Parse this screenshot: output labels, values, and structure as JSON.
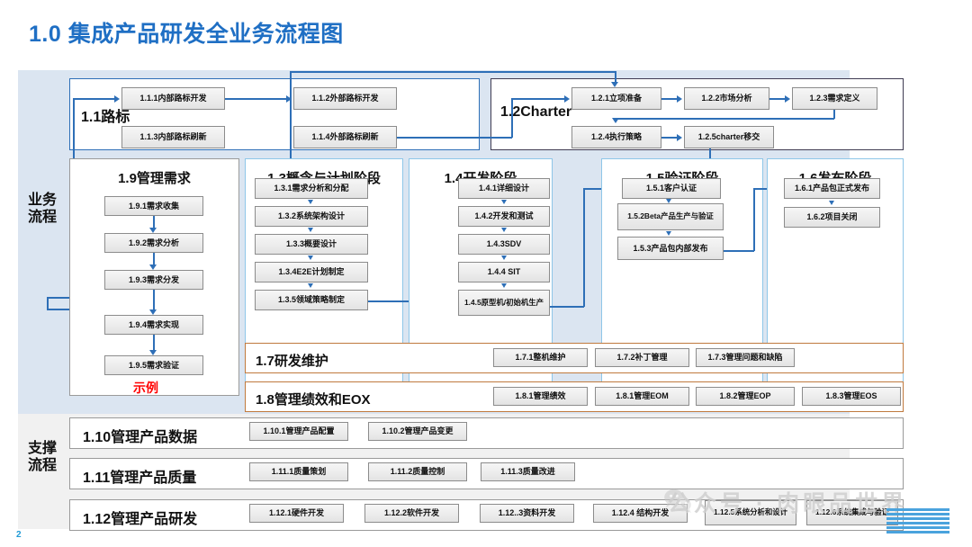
{
  "page": {
    "title": "1.0 集成产品研发全业务流程图",
    "page_number": "2",
    "accent_color": "#1f6fc4",
    "example_note": "示例",
    "watermark": "公众号 · 肉眼品世界",
    "logo": "IBM"
  },
  "swimlanes": {
    "business": "业务流程",
    "support": "支撑流程"
  },
  "top_groups": [
    {
      "id": "roadmap",
      "title": "1.1路标",
      "items": [
        {
          "id": "1.1.1",
          "label": "1.1.1内部路标开发"
        },
        {
          "id": "1.1.2",
          "label": "1.1.2外部路标开发"
        },
        {
          "id": "1.1.3",
          "label": "1.1.3内部路标刷新"
        },
        {
          "id": "1.1.4",
          "label": "1.1.4外部路标刷新"
        }
      ]
    },
    {
      "id": "charter",
      "title": "1.2Charter",
      "items": [
        {
          "id": "1.2.1",
          "label": "1.2.1立项准备"
        },
        {
          "id": "1.2.2",
          "label": "1.2.2市场分析"
        },
        {
          "id": "1.2.3",
          "label": "1.2.3需求定义"
        },
        {
          "id": "1.2.4",
          "label": "1.2.4执行策略"
        },
        {
          "id": "1.2.5",
          "label": "1.2.5charter移交"
        }
      ]
    }
  ],
  "phases": [
    {
      "id": "1.9",
      "title": "1.9管理需求",
      "items": [
        {
          "id": "1.9.1",
          "label": "1.9.1需求收集"
        },
        {
          "id": "1.9.2",
          "label": "1.9.2需求分析"
        },
        {
          "id": "1.9.3",
          "label": "1.9.3需求分发"
        },
        {
          "id": "1.9.4",
          "label": "1.9.4需求实现"
        },
        {
          "id": "1.9.5",
          "label": "1.9.5需求验证"
        }
      ]
    },
    {
      "id": "1.3",
      "title": "1.3概念与计划阶段",
      "items": [
        {
          "id": "1.3.1",
          "label": "1.3.1需求分析和分配"
        },
        {
          "id": "1.3.2",
          "label": "1.3.2系统架构设计"
        },
        {
          "id": "1.3.3",
          "label": "1.3.3概要设计"
        },
        {
          "id": "1.3.4",
          "label": "1.3.4E2E计划制定"
        },
        {
          "id": "1.3.5",
          "label": "1.3.5领域策略制定"
        }
      ]
    },
    {
      "id": "1.4",
      "title": "1.4开发阶段",
      "items": [
        {
          "id": "1.4.1",
          "label": "1.4.1详细设计"
        },
        {
          "id": "1.4.2",
          "label": "1.4.2开发和测试"
        },
        {
          "id": "1.4.3",
          "label": "1.4.3SDV"
        },
        {
          "id": "1.4.4",
          "label": "1.4.4 SIT"
        },
        {
          "id": "1.4.5",
          "label": "1.4.5原型机/初始机生产"
        }
      ]
    },
    {
      "id": "1.5",
      "title": "1.5验证阶段",
      "items": [
        {
          "id": "1.5.1",
          "label": "1.5.1客户认证"
        },
        {
          "id": "1.5.2",
          "label": "1.5.2Beta产品生产与验证"
        },
        {
          "id": "1.5.3",
          "label": "1.5.3产品包内部发布"
        }
      ]
    },
    {
      "id": "1.6",
      "title": "1.6发布阶段",
      "items": [
        {
          "id": "1.6.1",
          "label": "1.6.1产品包正式发布"
        },
        {
          "id": "1.6.2",
          "label": "1.6.2项目关闭"
        }
      ]
    }
  ],
  "bands": [
    {
      "id": "1.7",
      "title": "1.7研发维护",
      "border_color": "#c07a3e",
      "items": [
        {
          "id": "1.7.1",
          "label": "1.7.1整机维护"
        },
        {
          "id": "1.7.2",
          "label": "1.7.2补丁管理"
        },
        {
          "id": "1.7.3",
          "label": "1.7.3管理问题和缺陷"
        }
      ]
    },
    {
      "id": "1.8",
      "title": "1.8管理绩效和EOX",
      "border_color": "#c07a3e",
      "items": [
        {
          "id": "1.8.1a",
          "label": "1.8.1管理绩效"
        },
        {
          "id": "1.8.1b",
          "label": "1.8.1管理EOM"
        },
        {
          "id": "1.8.2",
          "label": "1.8.2管理EOP"
        },
        {
          "id": "1.8.3",
          "label": "1.8.3管理EOS"
        }
      ]
    }
  ],
  "support_rows": [
    {
      "id": "1.10",
      "title": "1.10管理产品数据",
      "items": [
        {
          "id": "1.10.1",
          "label": "1.10.1管理产品配置"
        },
        {
          "id": "1.10.2",
          "label": "1.10.2管理产品变更"
        }
      ]
    },
    {
      "id": "1.11",
      "title": "1.11管理产品质量",
      "items": [
        {
          "id": "1.11.1",
          "label": "1.11.1质量策划"
        },
        {
          "id": "1.11.2",
          "label": "1.11.2质量控制"
        },
        {
          "id": "1.11.3",
          "label": "1.11.3质量改进"
        }
      ]
    },
    {
      "id": "1.12",
      "title": "1.12管理产品研发",
      "items": [
        {
          "id": "1.12.1",
          "label": "1.12.1硬件开发"
        },
        {
          "id": "1.12.2",
          "label": "1.12.2软件开发"
        },
        {
          "id": "1.12.3",
          "label": "1.12..3资料开发"
        },
        {
          "id": "1.12.4",
          "label": "1.12.4 结构开发"
        },
        {
          "id": "1.12.5",
          "label": "1.12.5系统分析和设计"
        },
        {
          "id": "1.12.6",
          "label": "1.12.6系统集成与验证"
        }
      ]
    }
  ]
}
